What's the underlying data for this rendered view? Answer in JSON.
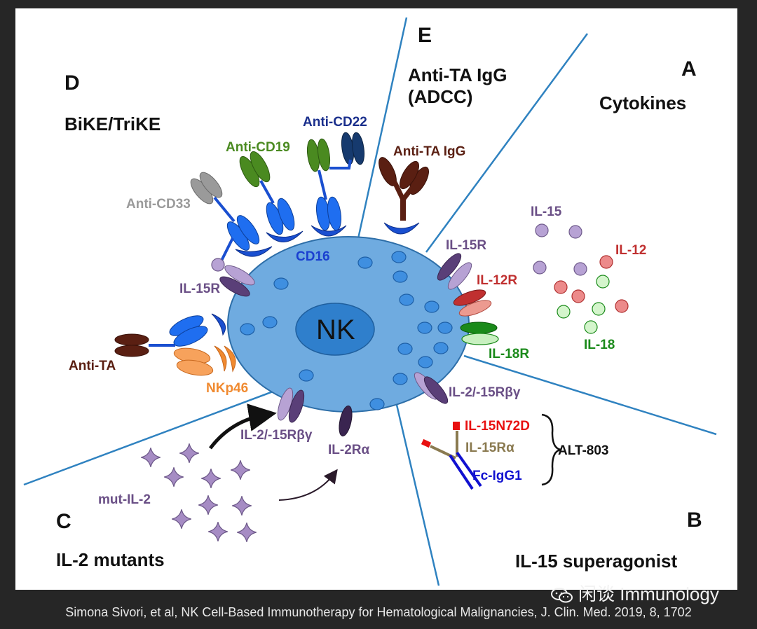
{
  "panels": {
    "A": {
      "letter": "A",
      "title": "Cytokines"
    },
    "B": {
      "letter": "B",
      "title": "IL-15 superagonist"
    },
    "C": {
      "letter": "C",
      "title": "IL-2 mutants"
    },
    "D": {
      "letter": "D",
      "title": "BiKE/TriKE"
    },
    "E": {
      "letter": "E",
      "title_line1": "Anti-TA IgG",
      "title_line2": "(ADCC)"
    }
  },
  "nk_cell": {
    "label": "NK"
  },
  "labels": {
    "anti_cd22": "Anti-CD22",
    "anti_cd19": "Anti-CD19",
    "anti_cd33": "Anti-CD33",
    "anti_ta_igg": "Anti-TA IgG",
    "cd16": "CD16",
    "il15r_left": "IL-15R",
    "il15r_right": "IL-15R",
    "il12r": "IL-12R",
    "il18r": "IL-18R",
    "il2_15rbg_right": "IL-2/-15Rβγ",
    "il2_15rbg_bottom": "IL-2/-15Rβγ",
    "il2ra": "IL-2Rα",
    "anti_ta": "Anti-TA",
    "nkp46": "NKp46",
    "mut_il2": "mut-IL-2",
    "il15_free": "IL-15",
    "il12_free": "IL-12",
    "il18_free": "IL-18",
    "il15n72d": "IL-15N72D",
    "il15ra": "IL-15Rα",
    "fc_igg1": "Fc-IgG1",
    "alt803": "ALT-803"
  },
  "colors": {
    "background": "#262626",
    "panel": "#ffffff",
    "cell_fill": "#6fabe0",
    "nucleus": "#2f7fcc",
    "granule": "#3f8fe0",
    "divider": "#2f82c0",
    "receptor_blue": "#1a5fe0",
    "anti_cd19_green": "#4a8a20",
    "anti_cd22_navy": "#163a6e",
    "anti_cd33_gray": "#9a9a9a",
    "anti_ta_brown": "#5a1f12",
    "nkp46_orange": "#f08a30",
    "il15_purple": "#7a5a8c",
    "il12_red": "#c03030",
    "il18_green": "#1a8a1a",
    "il15n72d_red": "#e81010",
    "il15ra_olive": "#8a7a50",
    "fc_blue": "#1010d0"
  },
  "footer": {
    "citation": "Simona Sivori,  et al, NK Cell-Based Immunotherapy for Hematological Malignancies,  J. Clin. Med. 2019, 8, 1702",
    "watermark": "闲谈 Immunology"
  }
}
